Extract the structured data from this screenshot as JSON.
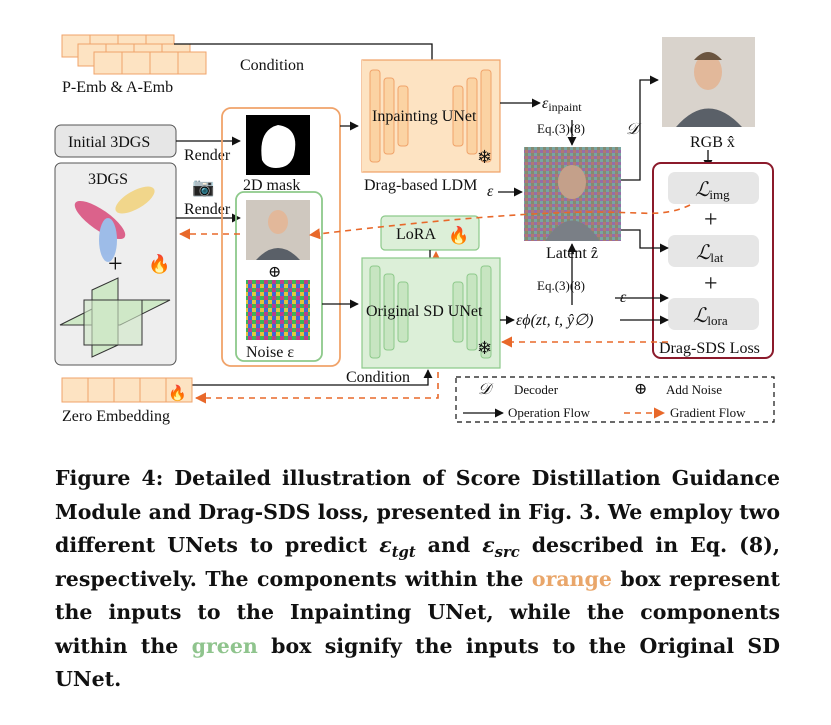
{
  "figure": {
    "embedding_top_label": "P-Emb & A-Emb",
    "condition_top": "Condition",
    "inpainting_unet": "Inpainting UNet",
    "drag_ldm": "Drag-based LDM",
    "eps_inpaint": "ε",
    "eps_inpaint_sub": "inpaint",
    "eq_ref_top": "Eq.(3)(8)",
    "decoder_symbol": "𝒟",
    "rgb_label": "RGB x̂",
    "initial_3dgs": "Initial 3DGS",
    "render_1": "Render",
    "render_2": "Render",
    "mask_label": "2D mask",
    "gs_label": "3DGS",
    "plus_sign": "+",
    "add_noise_symbol": "⊕",
    "noise_label": "Noise ε",
    "lora": "LoRA",
    "original_sd_unet": "Original SD UNet",
    "eps_in_1": "ε",
    "eps_in_2": "ε",
    "latent_label": "Latent ẑ",
    "eq_ref_bottom": "Eq.(3)(8)",
    "eps_phi": "εϕ(zt, t, ŷ∅)",
    "loss_img": "ℒ",
    "loss_img_sub": "img",
    "loss_lat": "ℒ",
    "loss_lat_sub": "lat",
    "loss_lora": "ℒ",
    "loss_lora_sub": "lora",
    "loss_plus_1": "+",
    "loss_plus_2": "+",
    "drag_sds_loss": "Drag-SDS Loss",
    "condition_bottom": "Condition",
    "zero_embedding": "Zero Embedding",
    "legend": {
      "decoder_symbol": "𝒟",
      "decoder": "Decoder",
      "add_noise_symbol": "⊕",
      "add_noise": "Add Noise",
      "operation_flow": "Operation Flow",
      "gradient_flow": "Gradient Flow"
    },
    "colors": {
      "orange": "#f0a36a",
      "orange_fill": "#fde3c2",
      "green": "#8dc98a",
      "green_fill": "#dcefd8",
      "maroon": "#8b1a2b",
      "gradient_arrow": "#e8682a",
      "snowflake": "#3b8fd9"
    }
  },
  "caption": {
    "p1": "Figure 4: Detailed illustration of Score Distillation Guidance Module and Drag-SDS loss, presented in Fig. 3. We employ two different UNets to predict ",
    "eps": "ε",
    "tgt": "tgt",
    "and": " and ",
    "src": "src",
    "p2": " described in Eq. (8), respectively. The components within the ",
    "orange": "orange",
    "p3": " box represent the inputs to the Inpainting UNet, while the components within the ",
    "green": "green",
    "p4": " box signify the inputs to the Original SD UNet."
  }
}
